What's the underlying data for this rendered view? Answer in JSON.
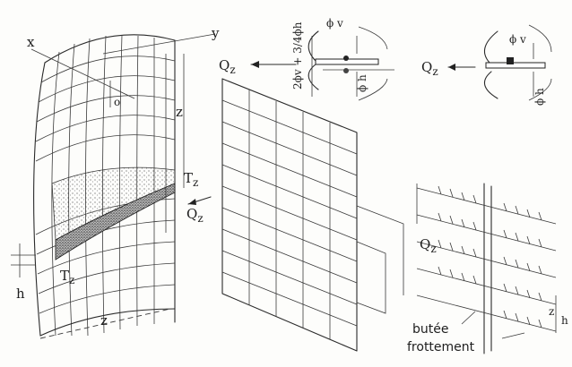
{
  "labels": {
    "x": "x",
    "y": "y",
    "o": "o",
    "z_top": "z",
    "z_bottom": "z",
    "Tz_top": "T",
    "Tz_top_sub": "z",
    "Tz_bottom": "T",
    "Tz_bottom_sub": "z",
    "Qz_mid": "Q",
    "Qz_mid_sub": "z",
    "Qz_top": "Q",
    "Qz_top_sub": "z",
    "Qz_topright": "Q",
    "Qz_topright_sub": "z",
    "Qz_right": "Q",
    "Qz_right_sub": "z",
    "h_left": "h",
    "h_right": "h",
    "z_right": "z",
    "phi_v_1": "ϕ v",
    "phi_h_1": "ϕ h",
    "phi_v_2": "ϕ v",
    "phi_h_2": "ϕ h",
    "formula": "2ϕv + 3/4ϕh",
    "butee": "butée",
    "frottement": "frottement"
  }
}
